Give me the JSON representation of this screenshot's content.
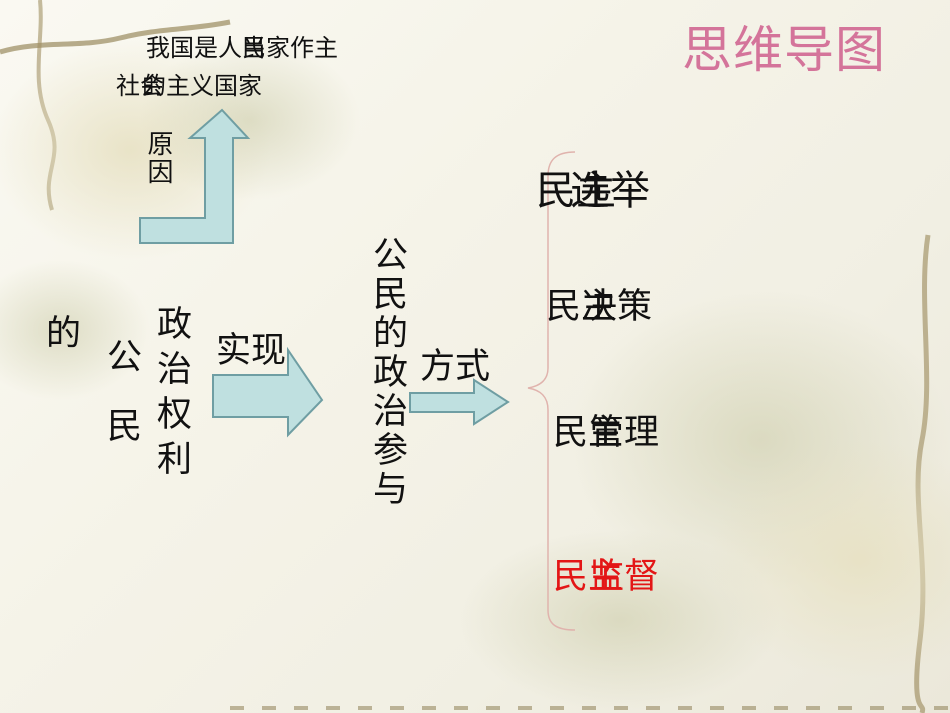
{
  "slide_title": "思维导图",
  "reason_note": {
    "line1_a": "我国是人民",
    "line1_b": "当家作主",
    "line2_a": "社会",
    "line2_b": "的主义国家"
  },
  "reason_label": "原因",
  "political_rights": {
    "de": "的",
    "gongmin": "公民",
    "rights": "政治权利"
  },
  "realize_label": "实现",
  "participation": "公民的政治参与",
  "ways_label": "方式",
  "methods": [
    {
      "a": "民主",
      "b": "选举"
    },
    {
      "a": "民主",
      "b": "决策"
    },
    {
      "a": "民主",
      "b": "管理"
    },
    {
      "a": "民主",
      "b": "监督"
    }
  ],
  "colors": {
    "title": "#d4749a",
    "arrow_fill": "#bfe0e0",
    "arrow_stroke": "#6f9ea3",
    "brace": "#e0b3ad",
    "highlight": "#e31616"
  }
}
